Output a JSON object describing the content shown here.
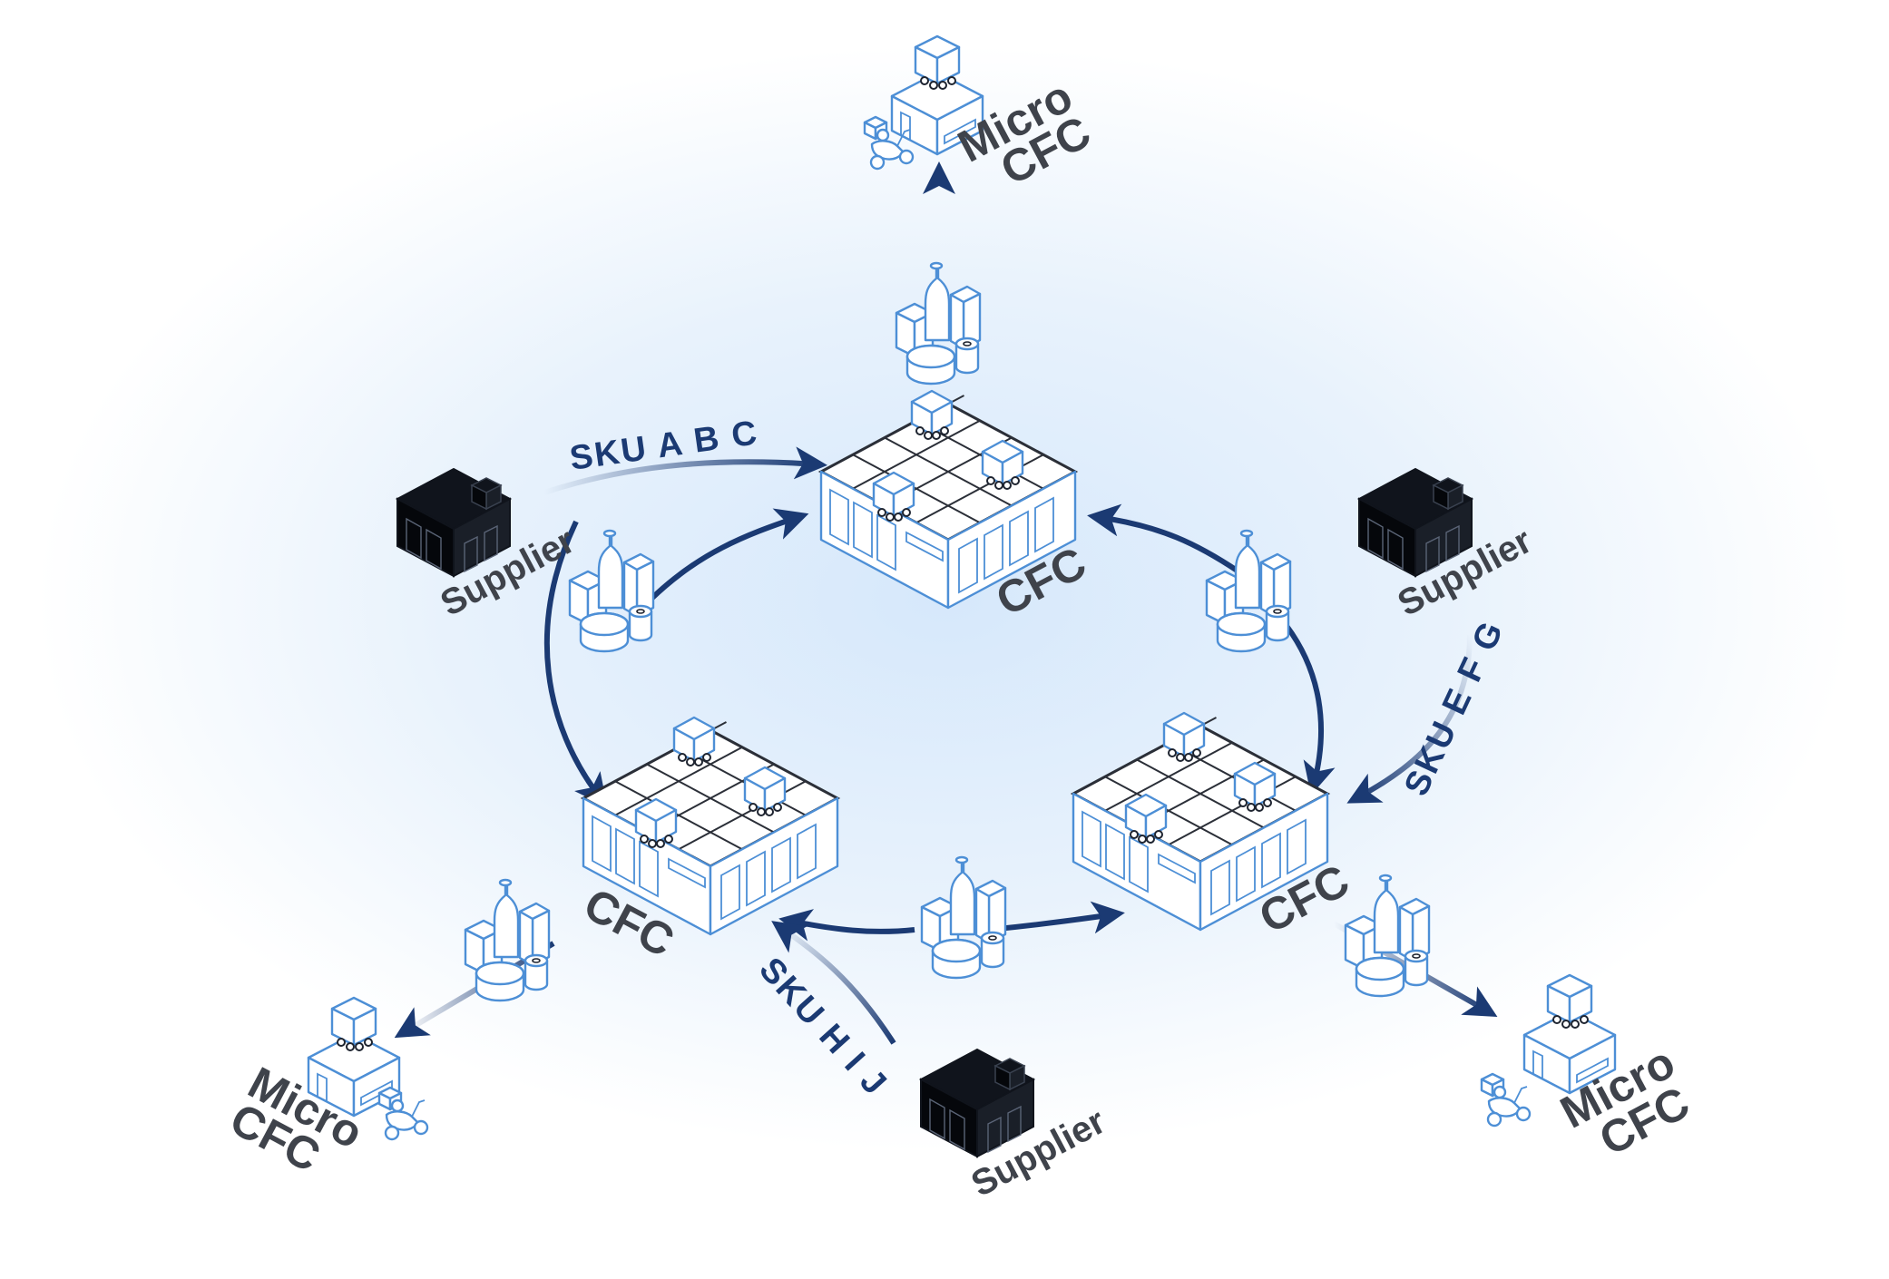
{
  "colors": {
    "arrow": "#1b3a73",
    "building_outline": "#4d8fd6",
    "supplier": "#0b0f17",
    "label_text": "#3f434b",
    "background_glow": "#dcebfa"
  },
  "cfc_nodes": [
    {
      "label": "CFC"
    },
    {
      "label": "CFC"
    },
    {
      "label": "CFC"
    }
  ],
  "micro_cfc_nodes": [
    {
      "label_line1": "Micro",
      "label_line2": "CFC"
    },
    {
      "label_line1": "Micro",
      "label_line2": "CFC"
    },
    {
      "label_line1": "Micro",
      "label_line2": "CFC"
    }
  ],
  "suppliers": [
    {
      "label": "Supplier",
      "sku_label": "SKU A B C"
    },
    {
      "label": "Supplier",
      "sku_label": "SKU E F G"
    },
    {
      "label": "Supplier",
      "sku_label": "SKU H I J"
    }
  ],
  "icons": [
    "cfc-building-icon",
    "micro-cfc-icon",
    "delivery-scooter-icon",
    "supplier-warehouse-icon",
    "goods-bundle-icon",
    "robot-cube-icon"
  ]
}
